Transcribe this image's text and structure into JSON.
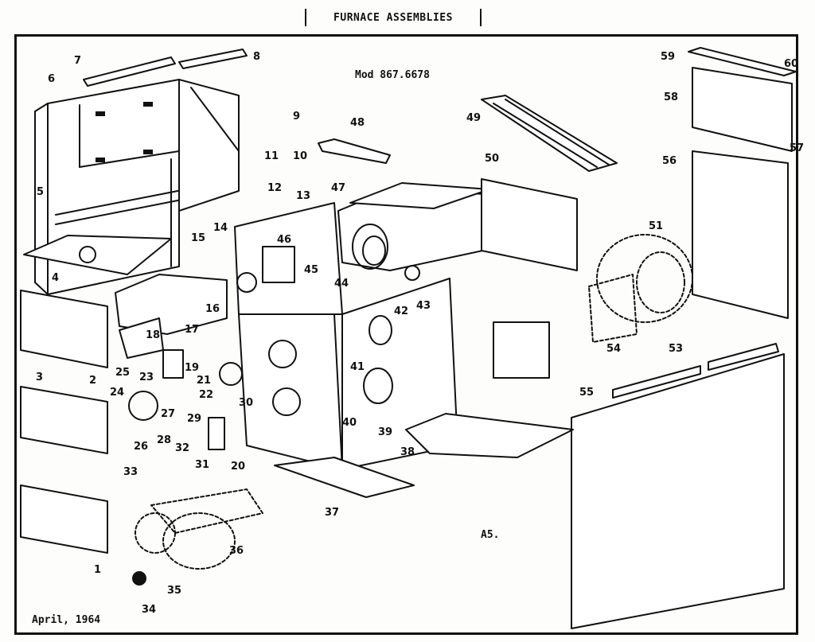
{
  "header": {
    "title": "FURNACE ASSEMBLIES"
  },
  "model": "Mod 867.6678",
  "page_code": "A5.",
  "date": "April, 1964",
  "callouts": [
    "1",
    "2",
    "3",
    "4",
    "5",
    "6",
    "7",
    "8",
    "9",
    "10",
    "11",
    "12",
    "13",
    "14",
    "15",
    "16",
    "17",
    "18",
    "19",
    "20",
    "21",
    "22",
    "23",
    "24",
    "25",
    "26",
    "27",
    "28",
    "29",
    "30",
    "31",
    "32",
    "33",
    "34",
    "35",
    "36",
    "37",
    "38",
    "39",
    "40",
    "41",
    "42",
    "43",
    "44",
    "45",
    "46",
    "47",
    "48",
    "49",
    "50",
    "51",
    "53",
    "54",
    "55",
    "56",
    "57",
    "58",
    "59",
    "60"
  ]
}
